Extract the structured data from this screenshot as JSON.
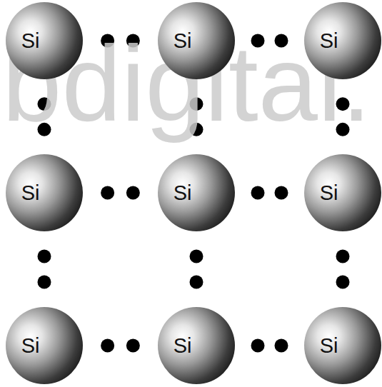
{
  "diagram": {
    "nodes": [
      {
        "text": [
          "Si"
        ]
      },
      {
        "text": [
          "Si"
        ]
      },
      {
        "text": [
          "Si"
        ]
      },
      {
        "text": [
          "Si"
        ]
      },
      {
        "text": [
          "Si"
        ]
      },
      {
        "text": [
          "Si"
        ]
      },
      {
        "text": [
          "Si"
        ]
      },
      {
        "text": [
          "Si"
        ]
      },
      {
        "text": [
          "Si"
        ]
      }
    ],
    "edges": [
      {
        "from": 0,
        "to": 1,
        "arrow": "none"
      },
      {
        "from": 1,
        "to": 2,
        "arrow": "none"
      },
      {
        "from": 3,
        "to": 4,
        "arrow": "none"
      },
      {
        "from": 4,
        "to": 5,
        "arrow": "none"
      },
      {
        "from": 6,
        "to": 7,
        "arrow": "none"
      },
      {
        "from": 7,
        "to": 8,
        "arrow": "none"
      },
      {
        "from": 0,
        "to": 3,
        "arrow": "none"
      },
      {
        "from": 1,
        "to": 4,
        "arrow": "none"
      },
      {
        "from": 2,
        "to": 5,
        "arrow": "none"
      },
      {
        "from": 3,
        "to": 6,
        "arrow": "none"
      },
      {
        "from": 4,
        "to": 7,
        "arrow": "none"
      },
      {
        "from": 5,
        "to": 8,
        "arrow": "none"
      }
    ],
    "labels": [
      "bdigital."
    ]
  }
}
